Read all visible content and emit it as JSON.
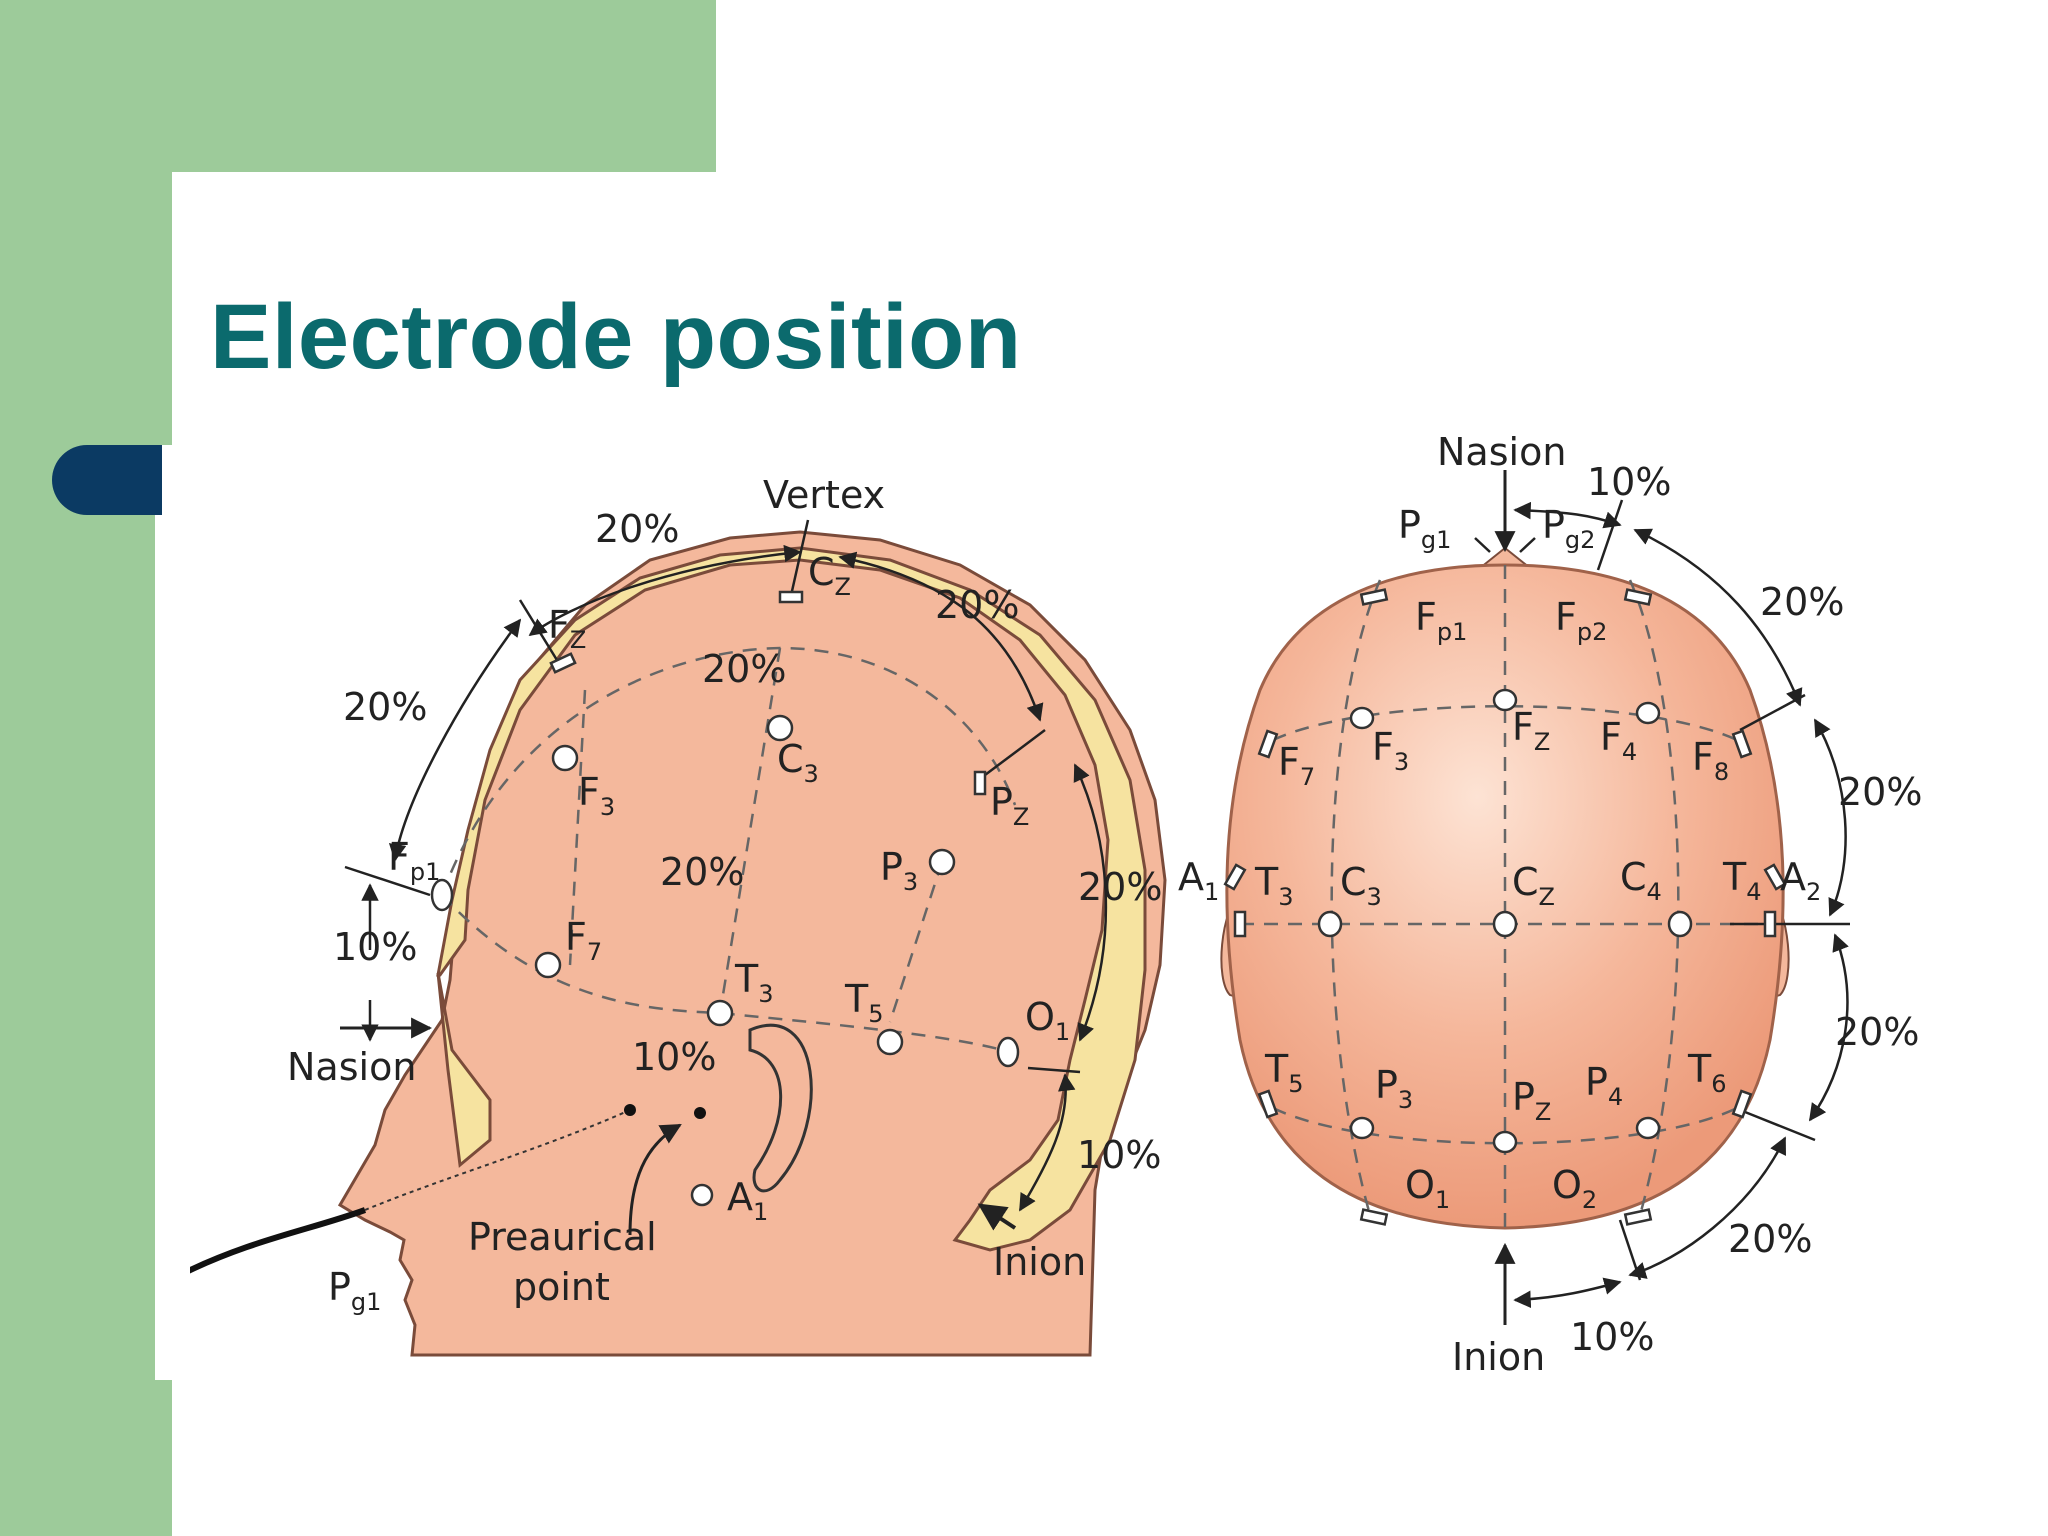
{
  "slide": {
    "title": "Electrode position",
    "colors": {
      "background_green": "#9dcb9a",
      "title": "#0b6a6d",
      "accent_tab": "#0b3a63",
      "skin": "#f4b89c",
      "bone": "#f6e3a0"
    }
  },
  "side_view": {
    "labels": {
      "vertex": "Vertex",
      "nasion": "Nasion",
      "inion": "Inion",
      "preauricular": "Preaurical",
      "preauricular2": "point",
      "pct_top_left": "20%",
      "pct_top_right": "20%",
      "pct_left_upper": "20%",
      "pct_left_lower": "10%",
      "pct_right_mid": "20%",
      "pct_right_lower": "10%",
      "pct_inner_top": "20%",
      "pct_inner_mid": "20%",
      "pct_ear": "10%"
    },
    "electrodes": {
      "fz": {
        "base": "F",
        "sub": "Z"
      },
      "cz": {
        "base": "C",
        "sub": "Z"
      },
      "pz": {
        "base": "P",
        "sub": "Z"
      },
      "fp1": {
        "base": "F",
        "sub": "p1"
      },
      "f3": {
        "base": "F",
        "sub": "3"
      },
      "c3": {
        "base": "C",
        "sub": "3"
      },
      "p3": {
        "base": "P",
        "sub": "3"
      },
      "f7": {
        "base": "F",
        "sub": "7"
      },
      "t3": {
        "base": "T",
        "sub": "3"
      },
      "t5": {
        "base": "T",
        "sub": "5"
      },
      "o1": {
        "base": "O",
        "sub": "1"
      },
      "a1": {
        "base": "A",
        "sub": "1"
      },
      "pg1": {
        "base": "P",
        "sub": "g1"
      }
    }
  },
  "top_view": {
    "labels": {
      "nasion": "Nasion",
      "inion": "Inion",
      "pct_top": "10%",
      "pct_right_1": "20%",
      "pct_right_2": "20%",
      "pct_right_3": "20%",
      "pct_right_4": "20%",
      "pct_bottom": "10%"
    },
    "electrodes": {
      "pg1": {
        "base": "P",
        "sub": "g1"
      },
      "pg2": {
        "base": "P",
        "sub": "g2"
      },
      "fp1": {
        "base": "F",
        "sub": "p1"
      },
      "fp2": {
        "base": "F",
        "sub": "p2"
      },
      "f7": {
        "base": "F",
        "sub": "7"
      },
      "f3": {
        "base": "F",
        "sub": "3"
      },
      "fz": {
        "base": "F",
        "sub": "Z"
      },
      "f4": {
        "base": "F",
        "sub": "4"
      },
      "f8": {
        "base": "F",
        "sub": "8"
      },
      "a1": {
        "base": "A",
        "sub": "1"
      },
      "t3": {
        "base": "T",
        "sub": "3"
      },
      "c3": {
        "base": "C",
        "sub": "3"
      },
      "cz": {
        "base": "C",
        "sub": "Z"
      },
      "c4": {
        "base": "C",
        "sub": "4"
      },
      "t4": {
        "base": "T",
        "sub": "4"
      },
      "a2": {
        "base": "A",
        "sub": "2"
      },
      "t5": {
        "base": "T",
        "sub": "5"
      },
      "p3": {
        "base": "P",
        "sub": "3"
      },
      "pz": {
        "base": "P",
        "sub": "Z"
      },
      "p4": {
        "base": "P",
        "sub": "4"
      },
      "t6": {
        "base": "T",
        "sub": "6"
      },
      "o1": {
        "base": "O",
        "sub": "1"
      },
      "o2": {
        "base": "O",
        "sub": "2"
      }
    }
  }
}
